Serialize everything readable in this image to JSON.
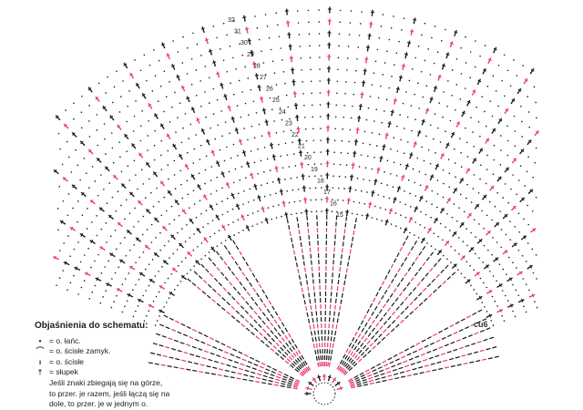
{
  "legend": {
    "title": "Objaśnienia do schematu:",
    "items": [
      {
        "symbol": "•",
        "text": "= o. łańc."
      },
      {
        "symbol": "⌒",
        "text": "= o. ścisłe zamyk."
      },
      {
        "symbol": "ı",
        "text": "= o. ścisłe"
      },
      {
        "symbol": "†",
        "text": "= słupek"
      }
    ],
    "note_lines": [
      "Jeśli znaki zbiegają się na górze,",
      "to przer. je razem, jeśli łączą się na",
      "dole, to przer. je w jednym o."
    ]
  },
  "side_label": "cu6",
  "row_numbers": [
    "32",
    "31",
    "30",
    "29",
    "28",
    "27",
    "26",
    "25",
    "24",
    "23",
    "22",
    "21",
    "20",
    "19",
    "18",
    "17",
    "16",
    "15"
  ],
  "colors": {
    "ink": "#1a1a1a",
    "accent": "#e8387a"
  }
}
